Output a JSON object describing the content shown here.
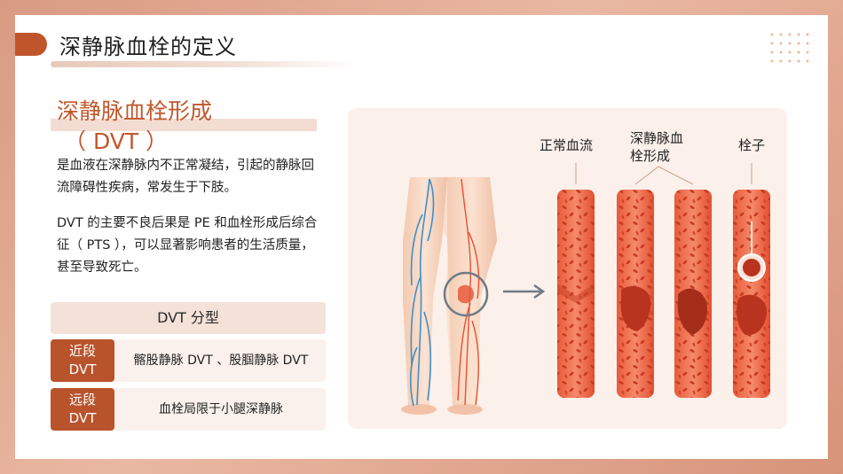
{
  "header": {
    "title": "深静脉血栓的定义"
  },
  "section": {
    "subtitle_line1": "深静脉血栓形成",
    "subtitle_line2": "（ DVT ）",
    "paragraph1": "是血液在深静脉内不正常凝结，引起的静脉回流障碍性疾病，常发生于下肢。",
    "paragraph2": "DVT 的主要不良后果是 PE 和血栓形成后综合征（ PTS ），可以显著影响患者的生活质量，甚至导致死亡。"
  },
  "types": {
    "header": "DVT 分型",
    "rows": [
      {
        "badge_line1": "近段",
        "badge_line2": "DVT",
        "text": "髂股静脉 DVT 、股腘静脉 DVT"
      },
      {
        "badge_line1": "远段",
        "badge_line2": "DVT",
        "text": "血栓局限于小腿深静脉"
      }
    ]
  },
  "illustration": {
    "label_normal": "正常血流",
    "label_dvt_line1": "深静脉血",
    "label_dvt_line2": "栓形成",
    "label_embolus": "栓子"
  },
  "colors": {
    "accent": "#c0552b",
    "vein": "#3f8fc9",
    "artery": "#e8502f",
    "vessel": "#ef7a5a"
  }
}
